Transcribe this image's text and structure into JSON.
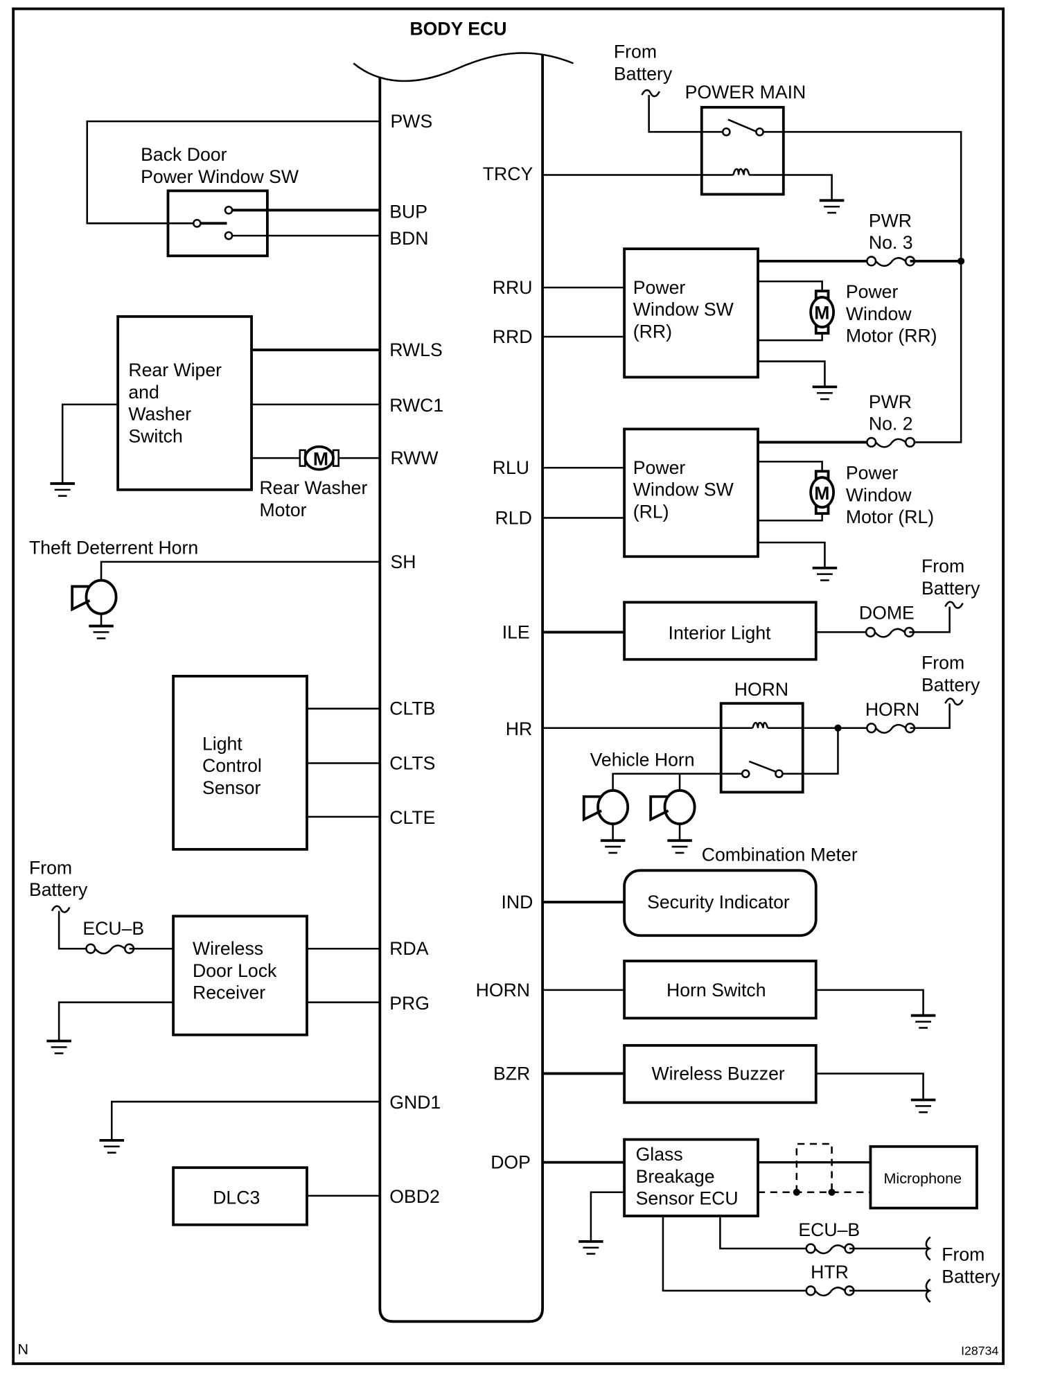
{
  "title": "BODY ECU",
  "figure_id": "I28734",
  "corner_mark": "N",
  "ecu_left_pins": [
    "PWS",
    "BUP",
    "BDN",
    "RWLS",
    "RWC1",
    "RWW",
    "SH",
    "CLTB",
    "CLTS",
    "CLTE",
    "RDA",
    "PRG",
    "GND1",
    "OBD2"
  ],
  "ecu_right_pins": [
    "TRCY",
    "RRU",
    "RRD",
    "RLU",
    "RLD",
    "ILE",
    "HR",
    "IND",
    "HORN",
    "BZR",
    "DOP"
  ],
  "pins": {
    "pws": "PWS",
    "bup": "BUP",
    "bdn": "BDN",
    "rwls": "RWLS",
    "rwc1": "RWC1",
    "rww": "RWW",
    "sh": "SH",
    "cltb": "CLTB",
    "clts": "CLTS",
    "clte": "CLTE",
    "rda": "RDA",
    "prg": "PRG",
    "gnd1": "GND1",
    "obd2": "OBD2",
    "trcy": "TRCY",
    "rru": "RRU",
    "rrd": "RRD",
    "rlu": "RLU",
    "rld": "RLD",
    "ile": "ILE",
    "hr": "HR",
    "ind": "IND",
    "horn": "HORN",
    "bzr": "BZR",
    "dop": "DOP"
  },
  "components": {
    "back_door_sw": [
      "Back Door",
      "Power Window SW"
    ],
    "rear_wiper": [
      "Rear Wiper",
      "and",
      "Washer",
      "Switch"
    ],
    "rear_washer_motor": [
      "Rear Washer",
      "Motor"
    ],
    "theft_horn": "Theft Deterrent Horn",
    "light_sensor": [
      "Light",
      "Control",
      "Sensor"
    ],
    "wireless_receiver": [
      "Wireless",
      "Door Lock",
      "Receiver"
    ],
    "dlc3": "DLC3",
    "power_main": "POWER MAIN",
    "pw_sw_rr": [
      "Power",
      "Window SW",
      "(RR)"
    ],
    "pw_motor_rr": [
      "Power",
      "Window",
      "Motor (RR)"
    ],
    "pw_sw_rl": [
      "Power",
      "Window SW",
      "(RL)"
    ],
    "pw_motor_rl": [
      "Power",
      "Window",
      "Motor (RL)"
    ],
    "interior_light": "Interior Light",
    "horn_relay": "HORN",
    "vehicle_horn": "Vehicle Horn",
    "combination_meter": "Combination Meter",
    "security_indicator": "Security Indicator",
    "horn_switch": "Horn Switch",
    "wireless_buzzer": "Wireless Buzzer",
    "glass_breakage": [
      "Glass",
      "Breakage",
      "Sensor ECU"
    ],
    "microphone": "Microphone",
    "motor_symbol": "M"
  },
  "fuses": {
    "pwr3": [
      "PWR",
      "No. 3"
    ],
    "pwr2": [
      "PWR",
      "No. 2"
    ],
    "dome": "DOME",
    "horn": "HORN",
    "ecu_b_left": "ECU–B",
    "ecu_b_right": "ECU–B",
    "htr": "HTR"
  },
  "from_battery": [
    "From",
    "Battery"
  ]
}
